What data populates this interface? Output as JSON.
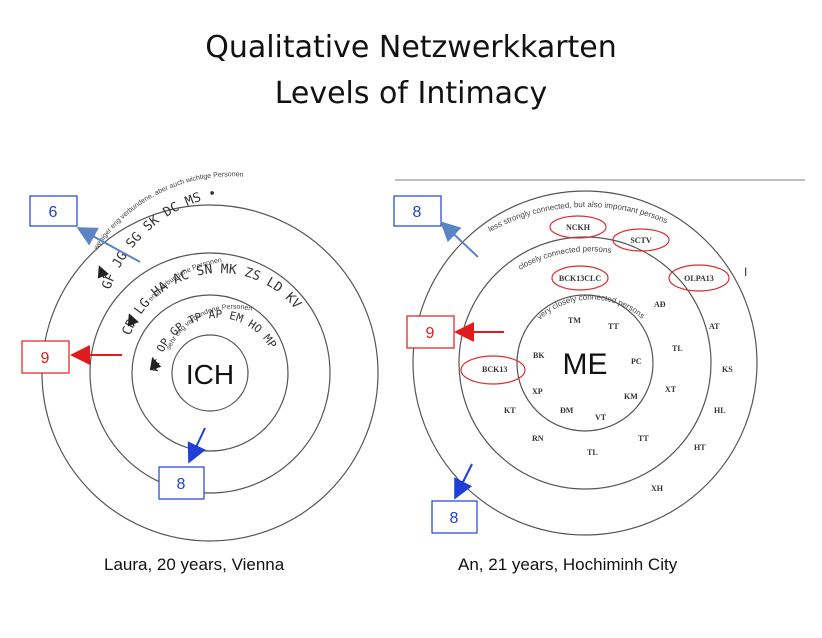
{
  "title_line1": "Qualitative Netzwerkkarten",
  "title_line2": "Levels of Intimacy",
  "left_map": {
    "center_label": "ICH",
    "caption": "Laura, 20 years, Vienna",
    "ring_labels": {
      "inner": "sehr eng verbundene Personen",
      "middle": "eng verbundene Personen",
      "outer": "weniger eng verbundene, aber auch wichtige Personen"
    },
    "initials_inner": "RF OP GP TP AP EM HO MP",
    "initials_middle": "CR LG HA AC SN MK ZS LD KV",
    "initials_outer": "GF JG SG SK DC MS •",
    "boxes": [
      "6",
      "9",
      "8"
    ]
  },
  "right_map": {
    "center_label": "ME",
    "caption": "An, 21 years, Hochiminh City",
    "ring_labels": {
      "inner": "very closely connected persons",
      "middle": "closely connected persons",
      "outer": "less strongly connected, but also important persons"
    },
    "inner_initials": [
      "TM",
      "TT",
      "BK",
      "PC",
      "XP",
      "KM",
      "ĐM",
      "VT"
    ],
    "middle_initials": [
      "AĐ",
      "TL",
      "XT",
      "TT",
      "TL",
      "RN",
      "KT",
      "BCK13"
    ],
    "middle_circled": [
      "BCK13CLC"
    ],
    "outer_circled": [
      "NCKH",
      "SCTV",
      "OLPA13"
    ],
    "outer_initials": [
      "AT",
      "KS",
      "HL",
      "HT",
      "XH",
      "I"
    ],
    "boxes": [
      "8",
      "9",
      "8"
    ]
  },
  "colors": {
    "blue": "#1f3fd6",
    "red": "#e01b1b",
    "arrow_blue": "#5b84c4",
    "ellipse_red": "#d83030",
    "ring": "#555555"
  }
}
